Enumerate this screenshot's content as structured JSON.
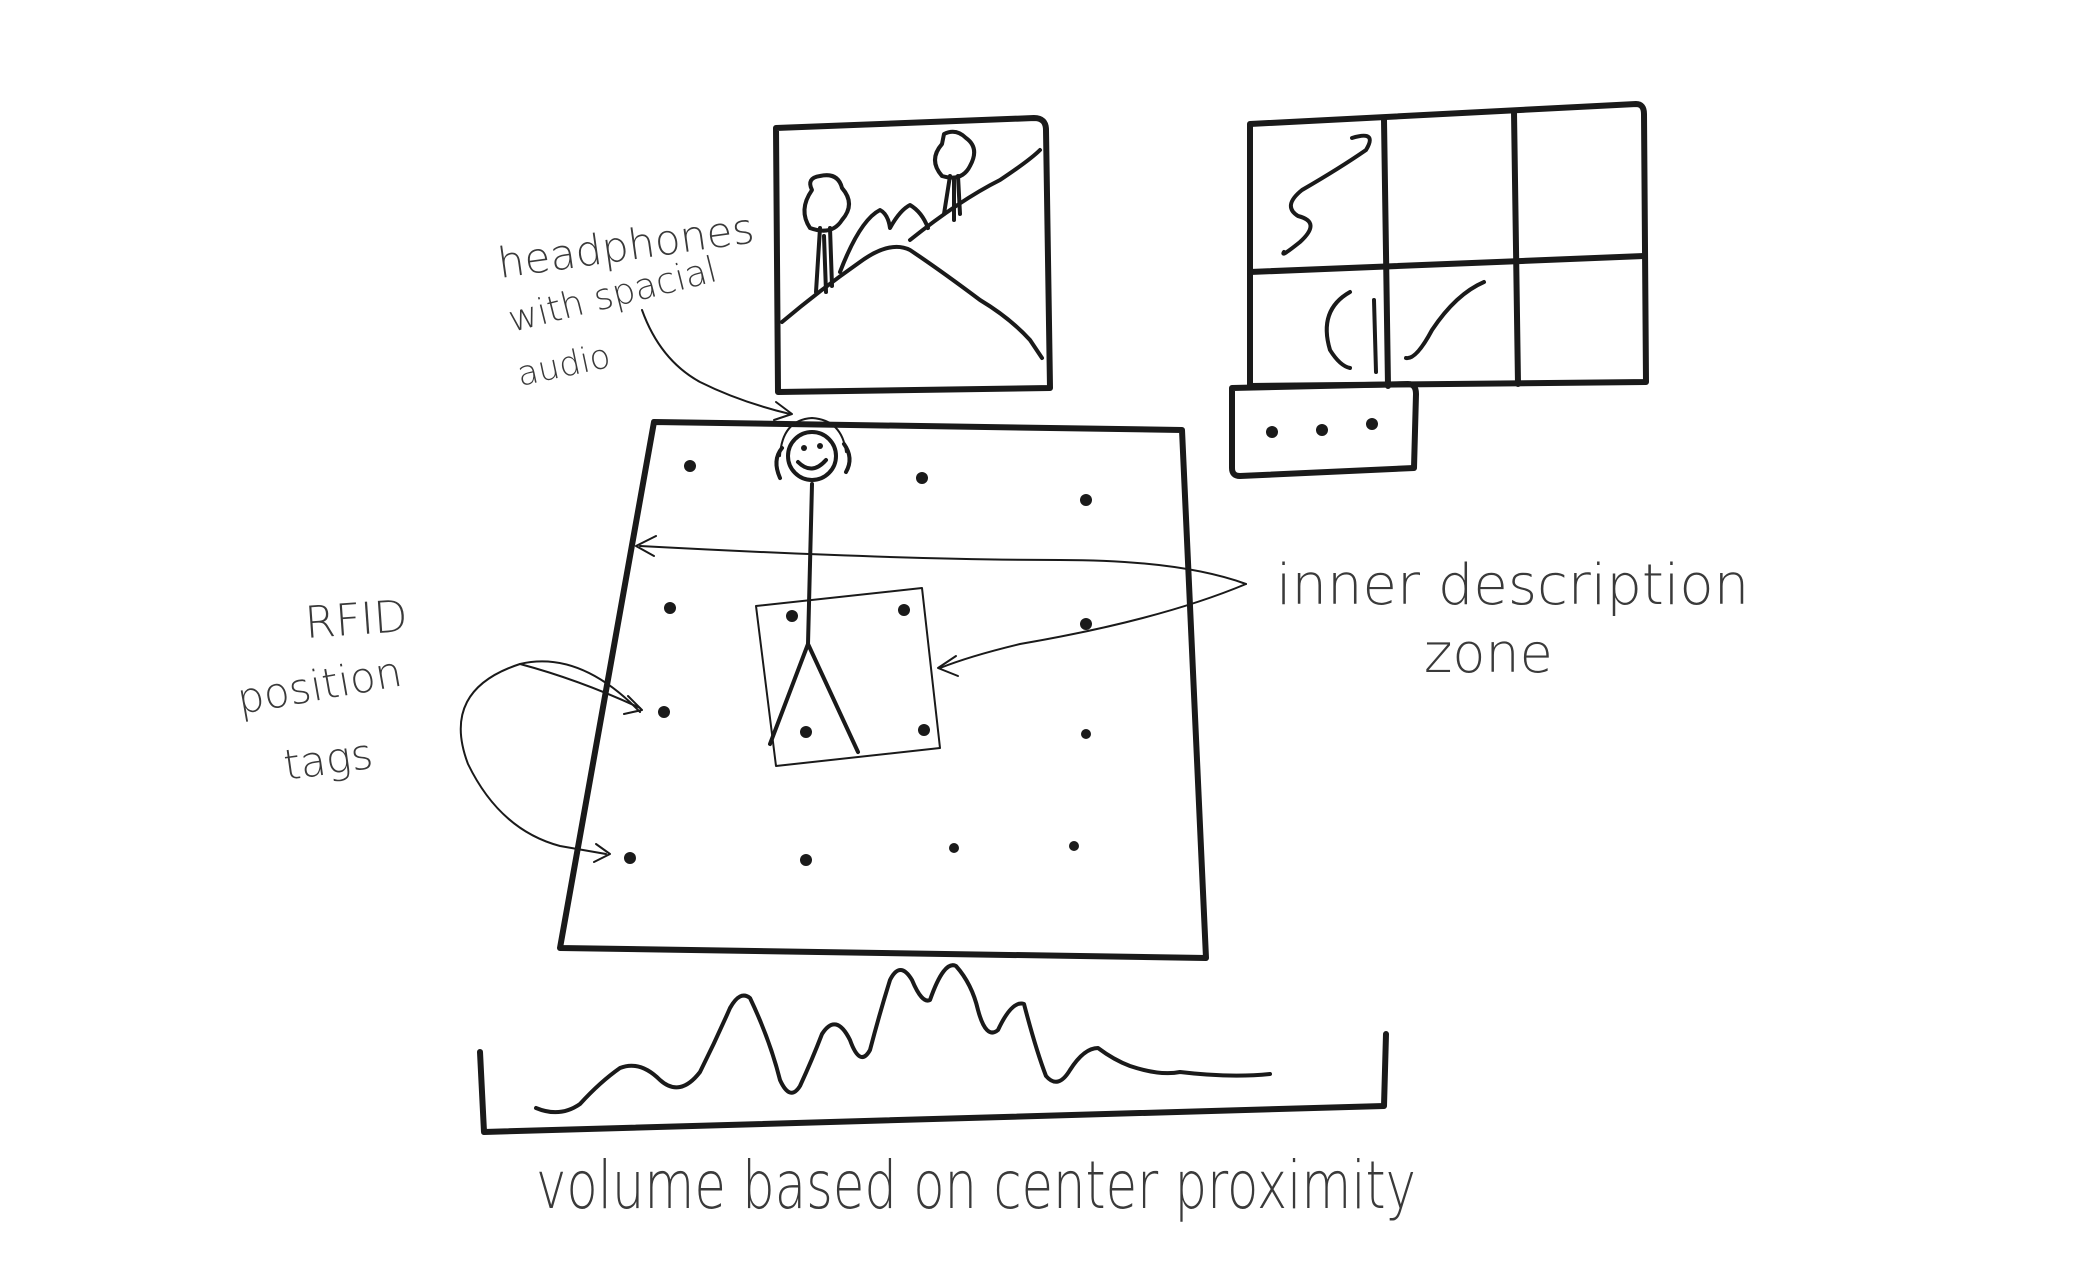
{
  "annotations": {
    "headphones": [
      "headphones",
      "with spacial",
      "audio"
    ],
    "rfid": [
      "RFID",
      "position",
      "tags"
    ],
    "inner_zone": [
      "inner description",
      "zone"
    ],
    "volume": "volume based on center proximity"
  },
  "colors": {
    "ink": "#1a1a1a",
    "paper": "#ffffff",
    "pencil": "#3a3a3a"
  }
}
